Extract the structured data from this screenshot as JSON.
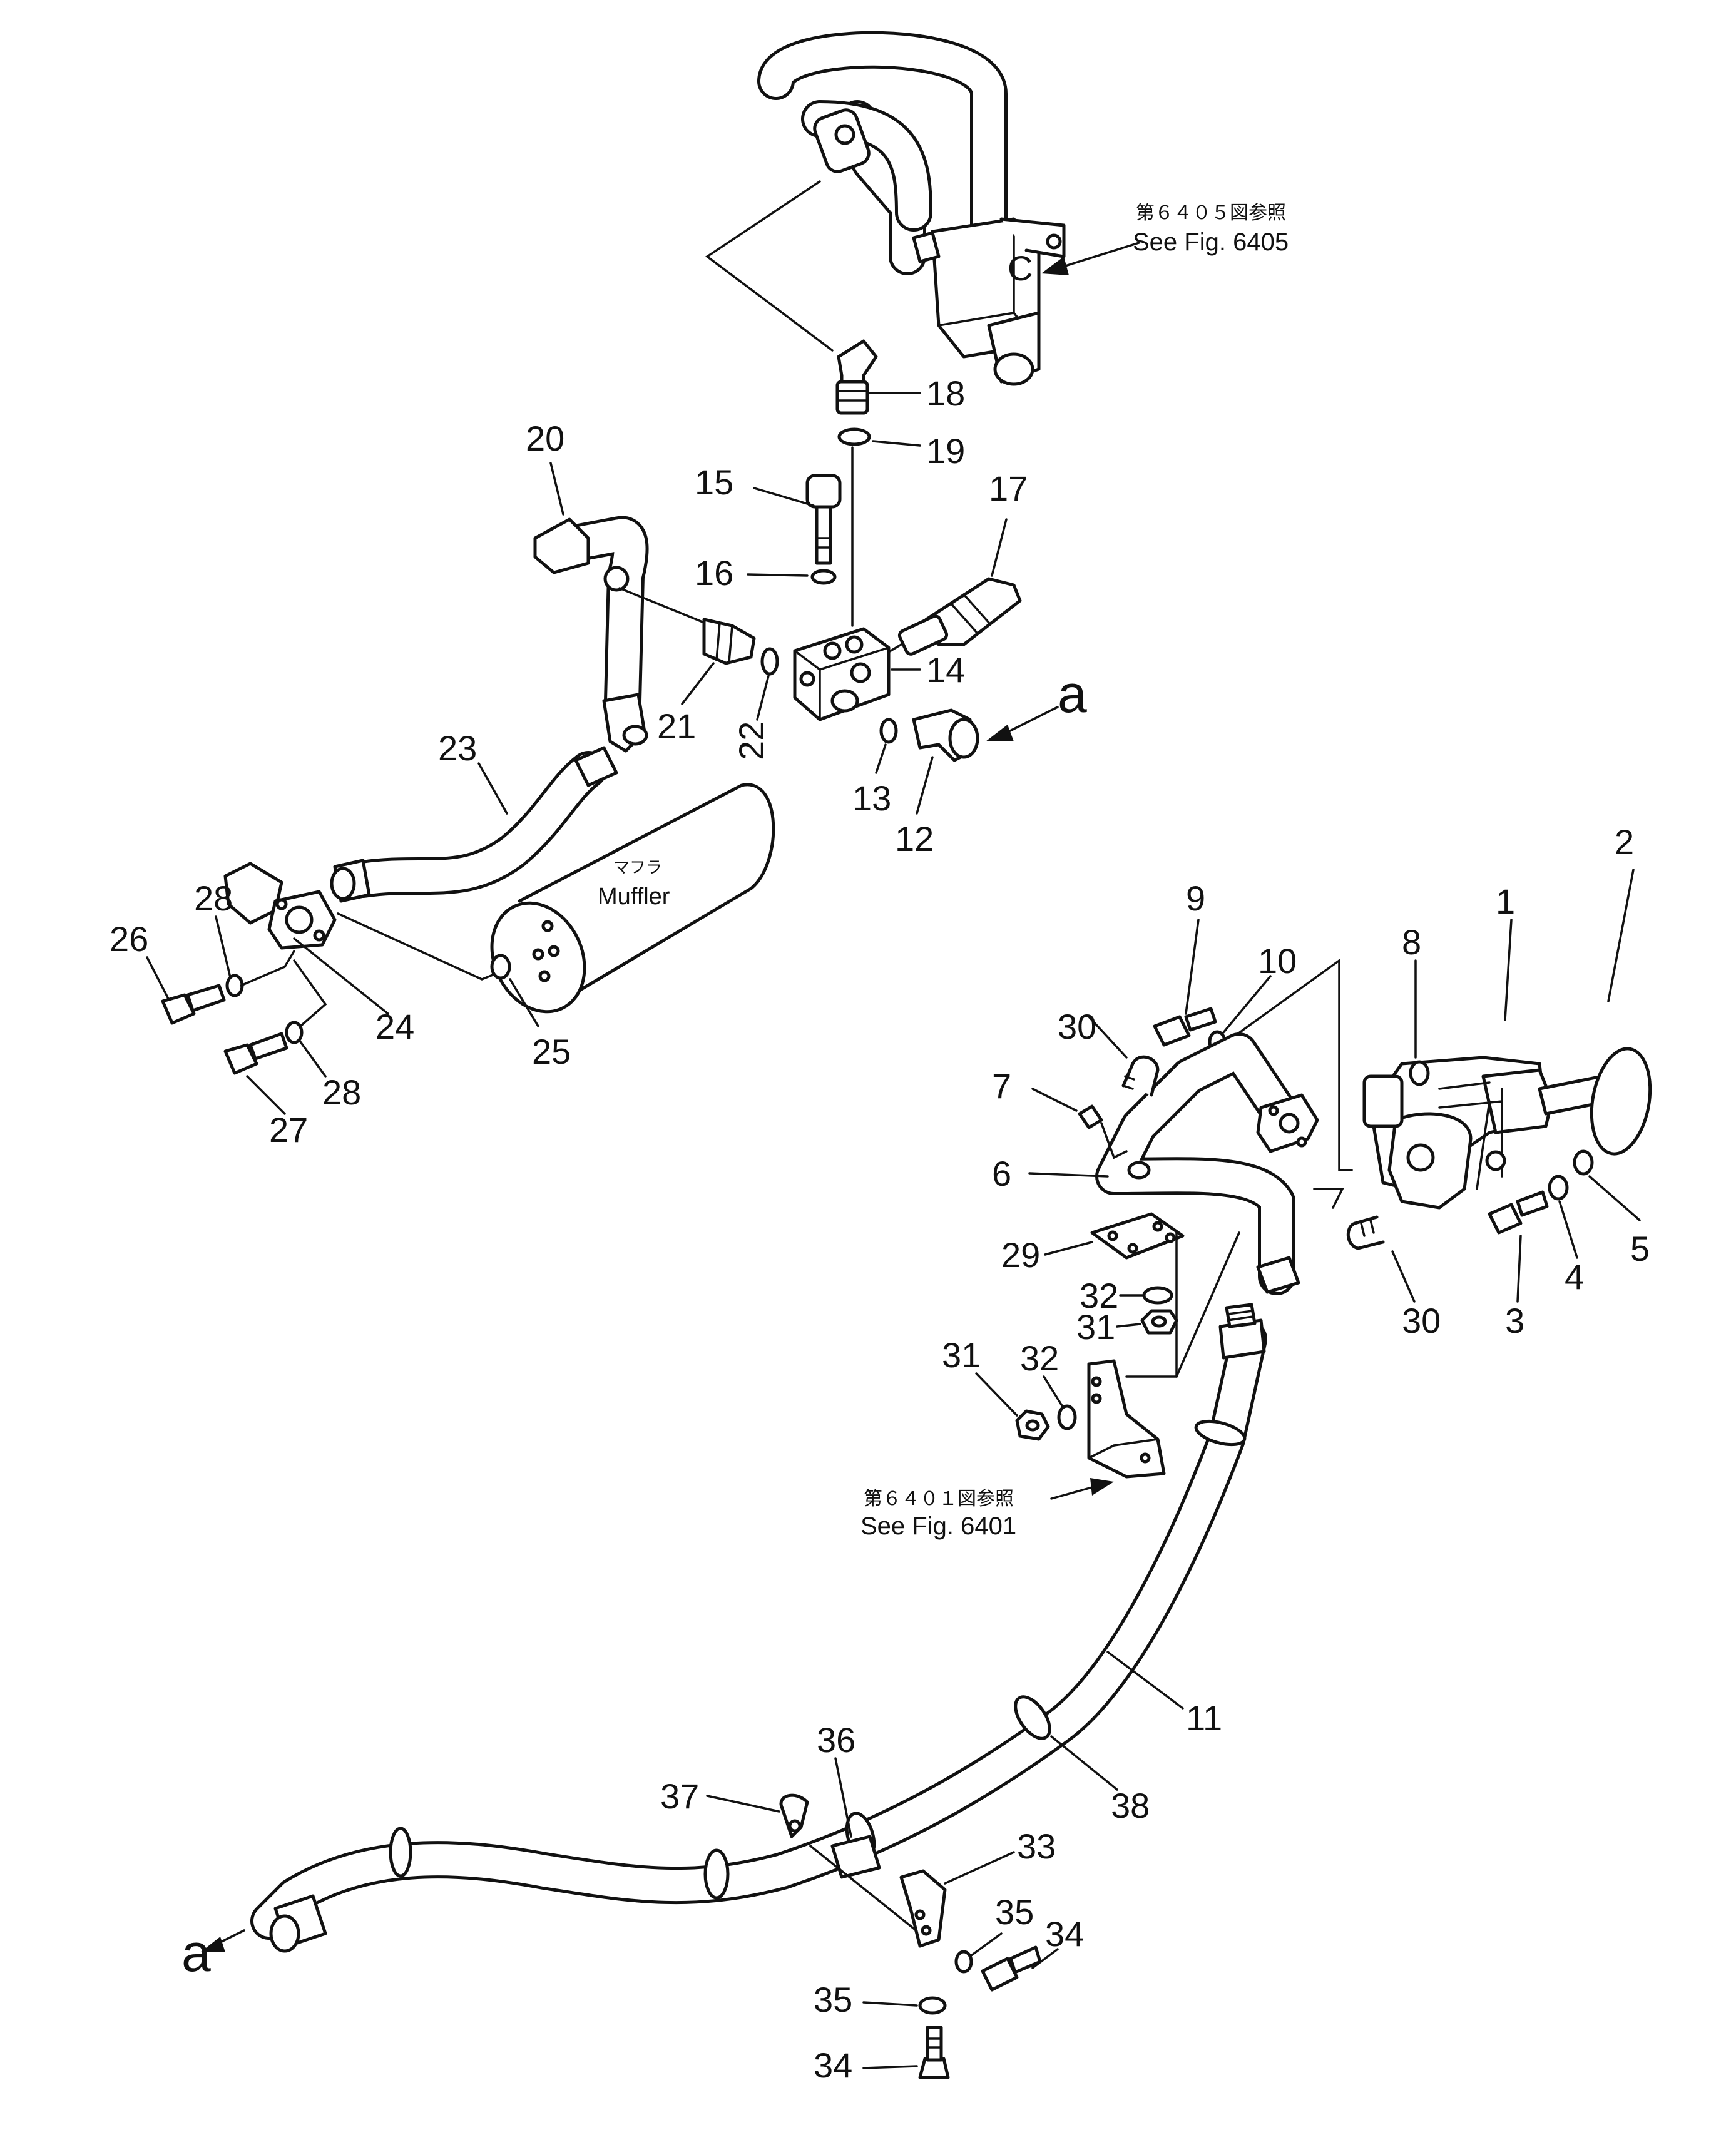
{
  "parts": [
    "1",
    "2",
    "3",
    "4",
    "5",
    "6",
    "7",
    "8",
    "9",
    "10",
    "11",
    "12",
    "13",
    "14",
    "15",
    "16",
    "17",
    "18",
    "19",
    "20",
    "21",
    "22",
    "23",
    "24",
    "25",
    "26",
    "27",
    "28",
    "29",
    "30",
    "31",
    "32",
    "33",
    "34",
    "35",
    "36",
    "37",
    "38"
  ],
  "references": {
    "fig6405_jp": "第６４０５図参照",
    "fig6405_en": "See Fig. 6405",
    "fig6401_jp": "第６４０１図参照",
    "fig6401_en": "See Fig. 6401"
  },
  "muffler": {
    "jp": "マフラ",
    "en": "Muffler"
  },
  "connection_marker": "a"
}
